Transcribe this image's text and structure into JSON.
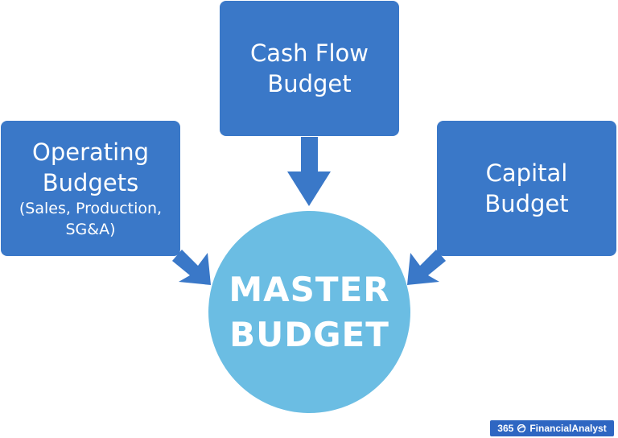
{
  "boxes": {
    "cash_flow": {
      "line1": "Cash Flow",
      "line2": "Budget"
    },
    "operating": {
      "line1": "Operating",
      "line2": "Budgets",
      "sub1": "(Sales, Production,",
      "sub2": "SG&A)"
    },
    "capital": {
      "line1": "Capital",
      "line2": "Budget"
    }
  },
  "center": {
    "line1": "MASTER",
    "line2": "BUDGET"
  },
  "logo": {
    "number": "365",
    "name": "FinancialAnalyst",
    "icon": "logo-swoosh-icon"
  },
  "colors": {
    "box": "#3a78c8",
    "circle": "#6bbde3",
    "logo_bg": "#2e66c2",
    "text": "#ffffff"
  }
}
